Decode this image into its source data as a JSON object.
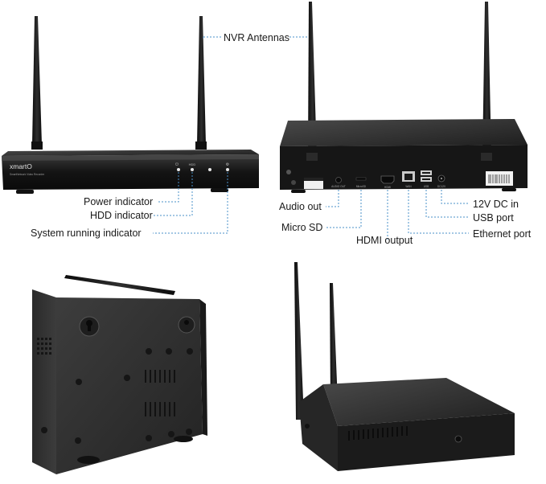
{
  "brand": {
    "logo": "xmartO",
    "tagline": "SmartNetwork Video Recorder"
  },
  "callouts": {
    "antennas": "NVR Antennas",
    "power_indicator": "Power indicator",
    "hdd_indicator": "HDD indicator",
    "system_running_indicator": "System running indicator",
    "audio_out": "Audio out",
    "micro_sd": "Micro SD",
    "hdmi_output": "HDMI output",
    "dc_in": "12V DC in",
    "usb_port": "USB port",
    "ethernet_port": "Ethernet port"
  },
  "rear_labels": {
    "audio_out": "AUDIO OUT",
    "micro_sd": "MicroSD",
    "hdmi": "HDMI",
    "lan": "WAN",
    "usb": "USB",
    "dc": "DC12V"
  },
  "front_labels": {
    "power": "⏻",
    "hdd": "HDD",
    "sys": "⚙"
  },
  "colors": {
    "line": "#4a90c8",
    "device": "#1c1c1c",
    "device_side": "#2b2b2b",
    "device_top": "#333333"
  }
}
